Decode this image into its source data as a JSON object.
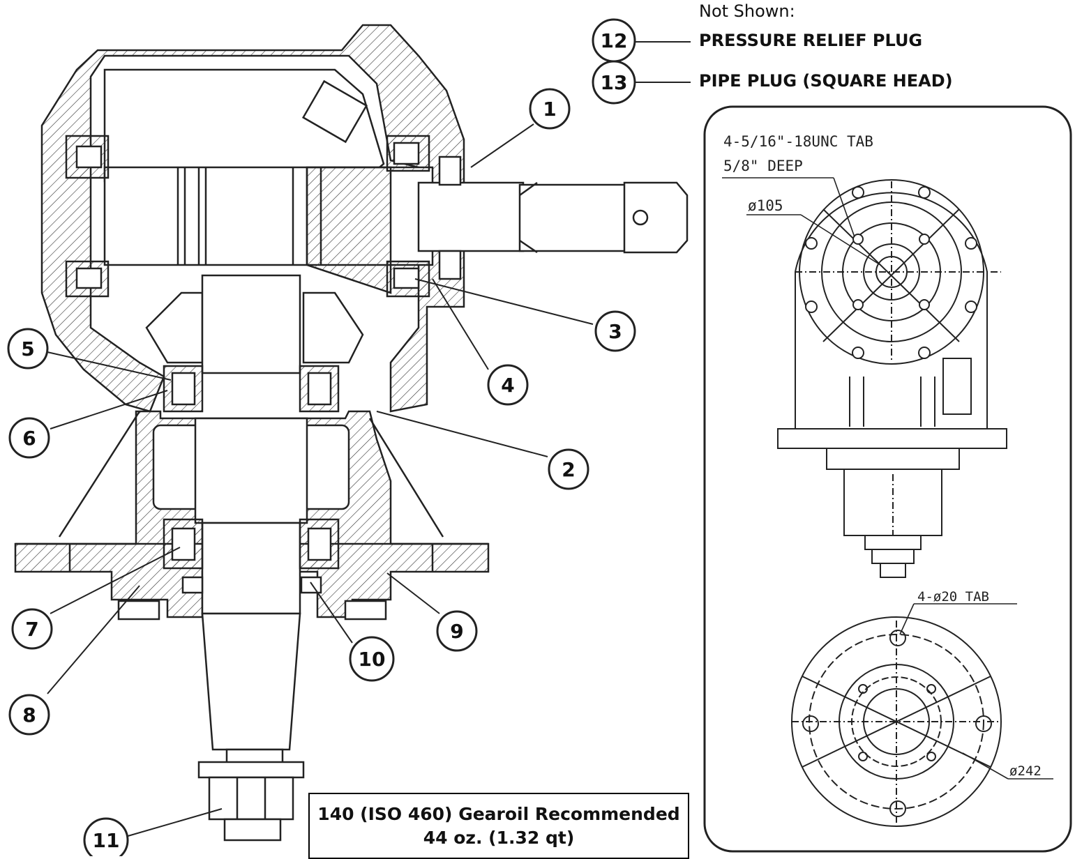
{
  "not_shown": {
    "heading": "Not Shown:",
    "items": [
      {
        "number": "12",
        "label": "PRESSURE RELIEF PLUG"
      },
      {
        "number": "13",
        "label": "PIPE PLUG (SQUARE HEAD)"
      }
    ]
  },
  "callouts": [
    "1",
    "2",
    "3",
    "4",
    "5",
    "6",
    "7",
    "8",
    "9",
    "10",
    "11"
  ],
  "inset": {
    "tap_label_line1": "4-5/16\"-18UNC TAB",
    "tap_label_line2": "5/8\" DEEP",
    "dia_105": "ø105",
    "bolt_label": "4-ø20 TAB",
    "dia_242": "ø242"
  },
  "oil_note": {
    "line1": "140 (ISO 460) Gearoil Recommended",
    "line2": "44 oz. (1.32 qt)"
  }
}
